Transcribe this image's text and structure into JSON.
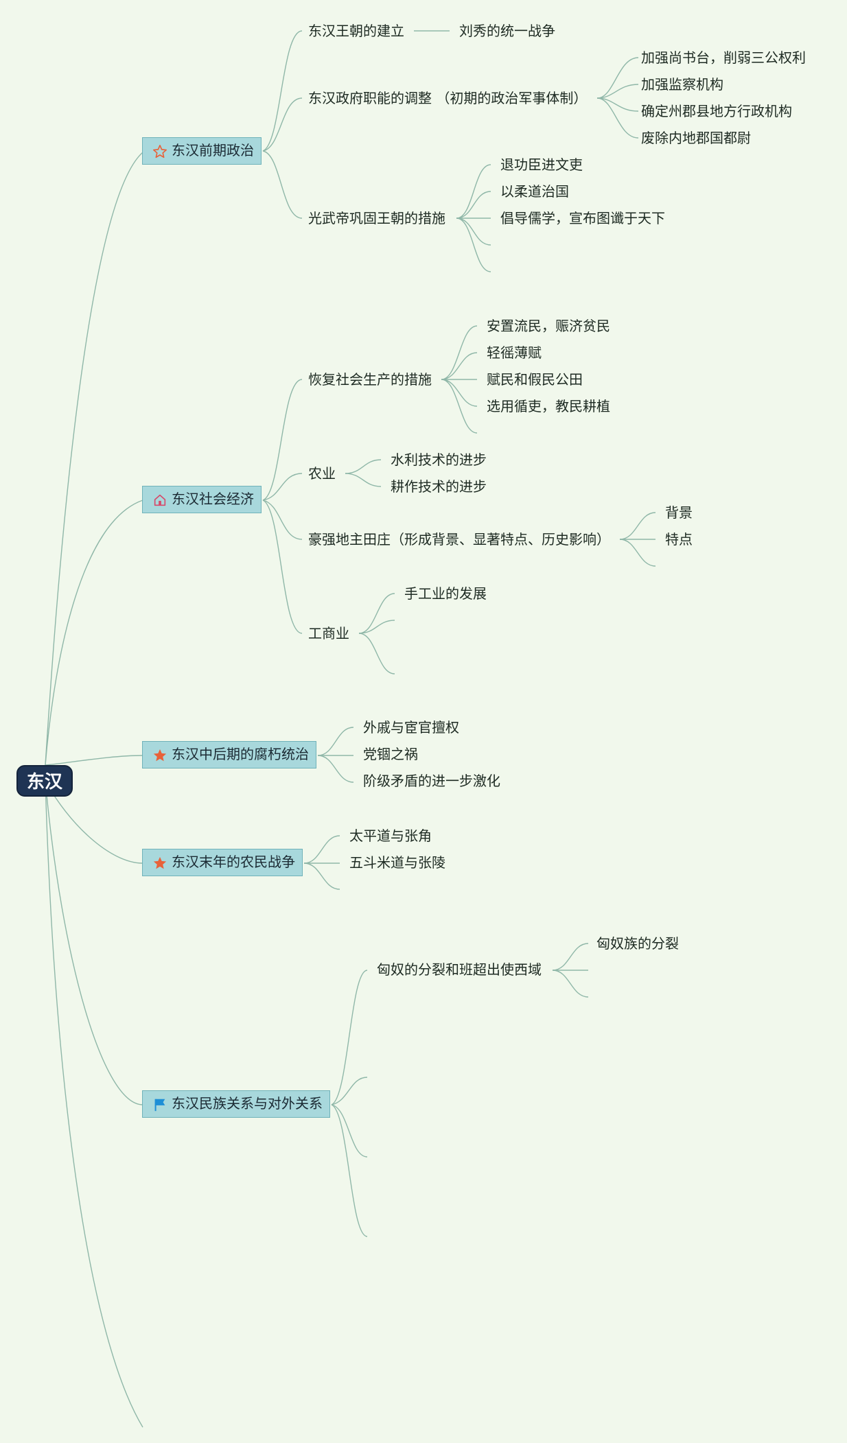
{
  "root": {
    "label": "东汉"
  },
  "branches": {
    "politics_early": {
      "label": "东汉前期政治",
      "icon": "star-outline-icon",
      "children": {
        "establish": "东汉王朝的建立",
        "establish_sub": "刘秀的统一战争",
        "adjust": "东汉政府职能的调整 （初期的政治军事体制）",
        "adjust_subs": [
          "加强尚书台，削弱三公权利",
          "加强监察机构",
          "确定州郡县地方行政机构",
          "废除内地郡国都尉"
        ],
        "measures": "光武帝巩固王朝的措施",
        "measures_subs": [
          "退功臣进文吏",
          "以柔道治国",
          "倡导儒学，宣布图谶于天下"
        ]
      }
    },
    "economy": {
      "label": "东汉社会经济",
      "icon": "house-icon",
      "children": {
        "restore": "恢复社会生产的措施",
        "restore_subs": [
          "安置流民，赈济贫民",
          "轻徭薄赋",
          "赋民和假民公田",
          "选用循吏，教民耕植"
        ],
        "agri": "农业",
        "agri_subs": [
          "水利技术的进步",
          "耕作技术的进步"
        ],
        "estate": "豪强地主田庄（形成背景、显著特点、历史影响）",
        "estate_subs": [
          "背景",
          "特点"
        ],
        "commerce": "工商业",
        "commerce_subs": [
          "手工业的发展"
        ]
      }
    },
    "corrupt": {
      "label": "东汉中后期的腐朽统治",
      "icon": "star-filled-icon",
      "children": [
        "外戚与宦官擅权",
        "党锢之祸",
        "阶级矛盾的进一步激化"
      ]
    },
    "peasant": {
      "label": "东汉末年的农民战争",
      "icon": "star-filled-icon",
      "children": [
        "太平道与张角",
        "五斗米道与张陵"
      ]
    },
    "ethnic": {
      "label": "东汉民族关系与对外关系",
      "icon": "flag-icon",
      "children": {
        "xiongnu": "匈奴的分裂和班超出使西域",
        "xiongnu_subs": [
          "匈奴族的分裂"
        ]
      }
    }
  },
  "colors": {
    "background": "#f1f8ec",
    "root": "#1f3454",
    "branch_fill": "#a8d8dc",
    "line": "#8fb7a8",
    "star": "#e8623a",
    "flag": "#1e8fd6"
  }
}
